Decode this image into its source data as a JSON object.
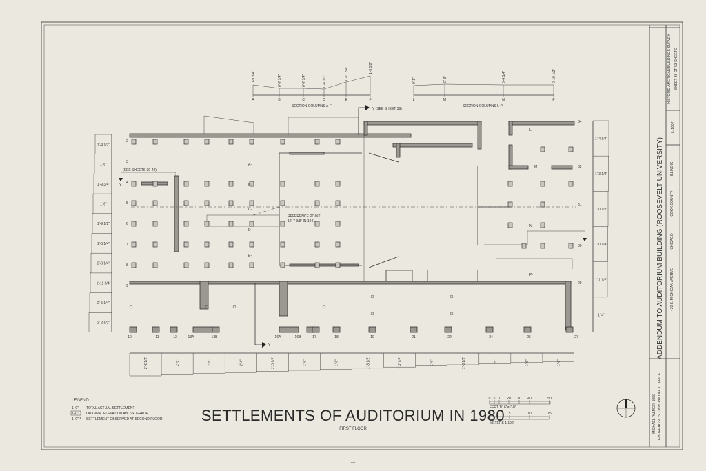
{
  "sheet": {
    "top_mark": "----",
    "bottom_mark": "----"
  },
  "drawing": {
    "title": "SETTLEMENTS OF AUDITORIUM IN 1980",
    "subtitle": "FIRST FLOOR",
    "reference_point": "REFERENCE POINT",
    "reference_point_value": "12'-7 3/8\" IN 1941",
    "see_sheet_y": "Y (SEE SHEET 38)",
    "see_sheets_x": "(SEE SHEETS 39-40)",
    "section_af_label": "SECTION COLUMNS A-F",
    "section_lp_label": "SECTION COLUMNS L-P",
    "x_marker": "X",
    "y_marker": "Y"
  },
  "legend": {
    "title": "LEGEND",
    "items": [
      {
        "symbol": "1'-0\"",
        "label": "TOTAL ACTUAL SETTLEMENT"
      },
      {
        "symbol": "1'-0\"",
        "label": "ORIGINAL ELEVATION ABOVE GRADE"
      },
      {
        "symbol": "1'-0\" *",
        "label": "SETTLEMENT OBSERVED AT SECOND FLOOR"
      }
    ]
  },
  "scale": {
    "feet_ticks": [
      "0",
      "5",
      "10",
      "20",
      "30",
      "40",
      "50"
    ],
    "feet_label": "FEET  1/16\"=1'-0\"",
    "meter_ticks": [
      "0",
      "5",
      "10",
      "15"
    ],
    "meter_label": "METERS  1:192"
  },
  "section_af": {
    "columns": [
      "A",
      "B",
      "C",
      "D",
      "E",
      "F"
    ],
    "values": [
      "0'-9 3/4\"",
      "0'-7 1/4\"",
      "0'-7 1/4\"",
      "0'-6 1/2\"",
      "0'-11 3/4\"",
      "1'-3 1/2\""
    ]
  },
  "section_lp": {
    "columns": [
      "L",
      "M",
      "N",
      "P"
    ],
    "values": [
      "0'-1\"",
      "0'-3\"",
      "0'-4 1/4\"",
      "0'-10 1/2\""
    ]
  },
  "left_profile": [
    "1'-4 1/2\"",
    "1'-6\"",
    "1'-9 3/4\"",
    "1'-6\"",
    "1'-9 1/2\"",
    "1'-8 1/4\"",
    "2'-0 1/4\"",
    "1'-11 3/4\"",
    "2'-5 1/4\"",
    "2'-2 1/2\""
  ],
  "right_profile": [
    "1'-4 1/4\"",
    "1'-3 1/4\"",
    "1'-0 1/2\"",
    "1'-0 1/4\"",
    "1'-1 1/2\"",
    "1'-4\""
  ],
  "bottom_profile": [
    "2'-2 1/2\"",
    "2'-5\"",
    "2'-6\"",
    "2'-4\"",
    "2'-0 1/2\"",
    "1'-6\"",
    "1'-6\"",
    "1'-8 1/2\"",
    "1'-7 1/2\"",
    "1'-6\"",
    "1'-6 1/2\"",
    "1'-5\"",
    "1'-6\"",
    "1'-6\""
  ],
  "row_numbers": [
    "2",
    "3",
    "4",
    "5",
    "6",
    "7",
    "8",
    "9"
  ],
  "right_row_numbers": [
    "34",
    "32",
    "31",
    "30",
    "29"
  ],
  "bottom_columns": [
    "10",
    "11",
    "12",
    "13A",
    "13B",
    "16A",
    "16B",
    "17",
    "18",
    "19",
    "21",
    "22",
    "24",
    "25",
    "27"
  ],
  "interior_labels": [
    "A",
    "B",
    "C",
    "D",
    "E",
    "L",
    "M",
    "N",
    "P"
  ],
  "title_block": {
    "agency": "HISTORIC AMERICAN BUILDINGS SURVEY",
    "sheet": "SHEET 36 OF 53 SHEETS",
    "survey_no": "IL-1007",
    "main_title": "ADDENDUM TO AUDITORIUM BUILDING (ROOSEVELT UNIVERSITY)",
    "address": "430 S. MICHIGAN AVENUE",
    "city": "CHICAGO",
    "county": "COOK COUNTY",
    "state": "ILLINOIS",
    "drawn_by": "MICHAEL PALMER, 1980",
    "office": "JEBUREAU/ROS. UNIV. PROJECT OFFICE"
  }
}
